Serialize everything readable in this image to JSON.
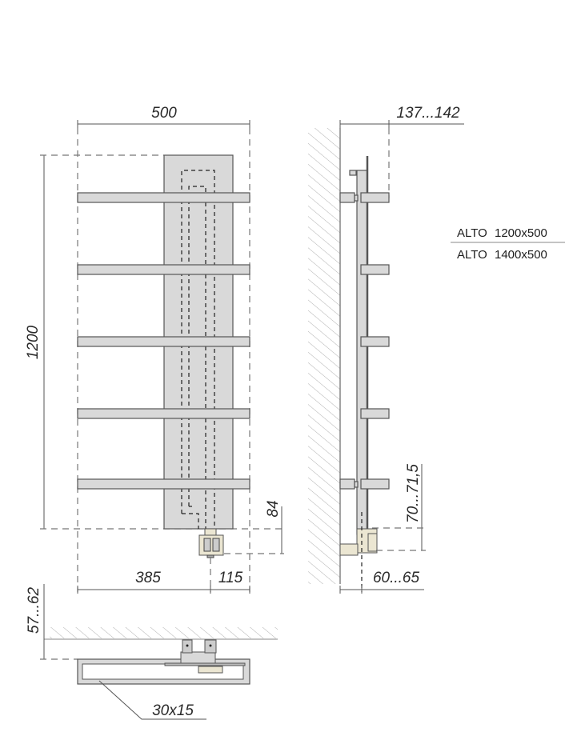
{
  "front_view": {
    "width_label": "500",
    "height_label": "1200",
    "offset_bottom_label": "84",
    "left_split_label": "385",
    "right_split_label": "115",
    "bar_count": 5
  },
  "side_view": {
    "depth_label": "137...142",
    "valve_height_label": "70...71,5",
    "valve_depth_label": "60...65"
  },
  "top_view": {
    "wall_distance_label": "57...62",
    "profile_label": "30x15"
  },
  "models": [
    {
      "name": "ALTO",
      "size": "1200x500"
    },
    {
      "name": "ALTO",
      "size": "1400x500"
    }
  ],
  "colors": {
    "panel": "#d9d9d9",
    "valve": "#ebe6d2",
    "outline": "#555555"
  }
}
